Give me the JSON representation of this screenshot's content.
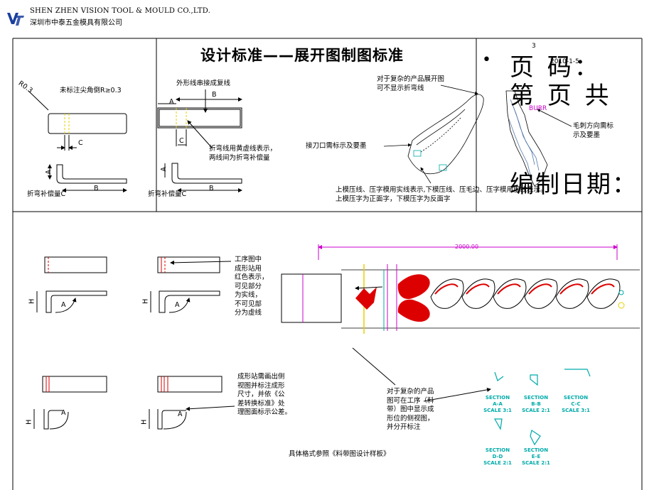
{
  "header": {
    "logo_text": "VT",
    "company_en": "SHEN ZHEN VISION  TOOL & MOULD CO.,LTD.",
    "company_cn": "深圳市中泰五金模具有限公司"
  },
  "title": "设计标准——展开图制图标准",
  "side_panel": {
    "bullet": "•",
    "page_label": "页    码：",
    "page_label2": "第    页  共",
    "date_label": "编制日期：",
    "small_num": "3",
    "date_value": "2010-1-5"
  },
  "top_notes": {
    "r_label": "R0.3",
    "r_note": "未标注尖角倒R≥0.3",
    "outline_note": "外形线串接成复线",
    "bend_note": "折弯线用黄虚线表示，\n两线间为折弯补偿量",
    "complex_note": "对于复杂的产品展开图\n可不显示折弯线",
    "cutter_note": "接刀口需标示及要墨",
    "burr_label": "BURR",
    "burr_note": "毛刺方向需标\n示及要墨",
    "press_note": "上模压线、压字模用实线表示,下模压线、压毛边、压字模用虚线表示。\n上模压字为正面字，下模压字为反面字",
    "dim_a": "A",
    "dim_b": "B",
    "dim_c": "C",
    "comp_label": "折弯补偿量C"
  },
  "bottom_notes": {
    "process_note": "工序图中\n成形站用\n红色表示，\n可见部分\n为实线，\n不可见部\n分为虚线",
    "side_view_note": "成形站需画出侧\n视图并标注成形\n尺寸，并依《公\n差转换标准》处\n理图面标示公差。",
    "complex_side_note": "对于复杂的产品\n图可在工序（料\n带）图中显示成\n形位的侧视图，\n并分开标注",
    "reference_note": "具体格式参照《料带图设计样板》",
    "strip_dim": "2000.00",
    "dim_h": "H",
    "dim_a": "A"
  },
  "sections": [
    {
      "name": "SECTION A-A",
      "scale": "SCALE 3:1"
    },
    {
      "name": "SECTION B-B",
      "scale": "SCALE 2:1"
    },
    {
      "name": "SECTION C-C",
      "scale": "SCALE 3:1"
    },
    {
      "name": "SECTION D-D",
      "scale": "SCALE 2:1"
    },
    {
      "name": "SECTION E-E",
      "scale": "SCALE 2:1"
    }
  ],
  "colors": {
    "frame": "#000000",
    "magenta": "#cc00cc",
    "red": "#dd0000",
    "yellow": "#e6d000",
    "cyan": "#00aaaa",
    "blue": "#1a3fa0"
  }
}
